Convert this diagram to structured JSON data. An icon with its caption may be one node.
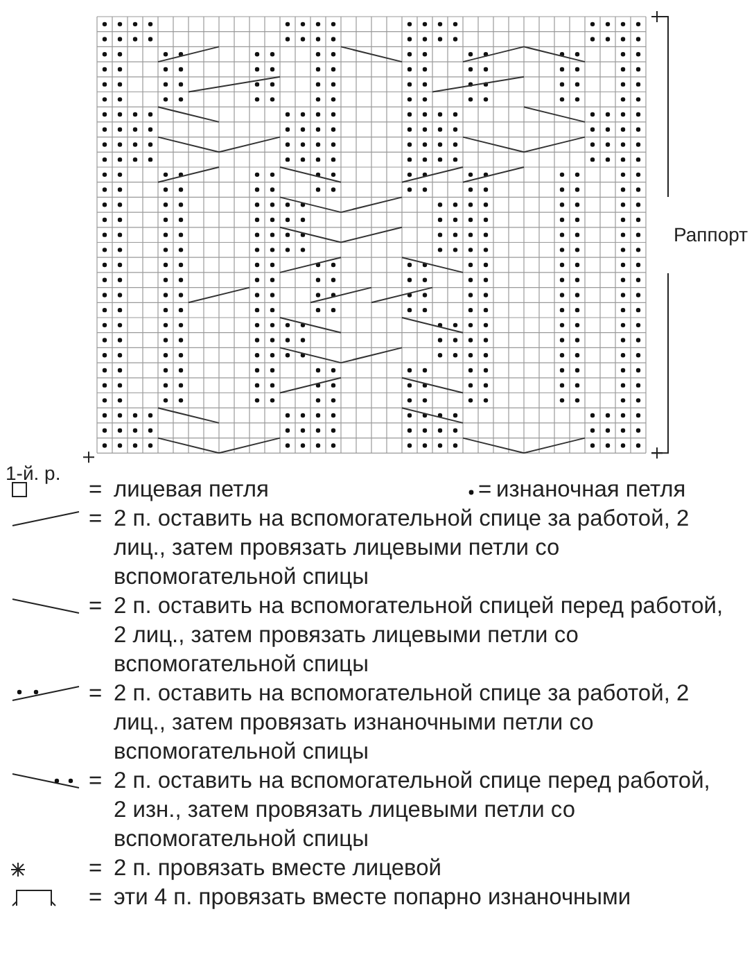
{
  "diagram": {
    "labels": [
      "Раппорт",
      "1-й. р.",
      "=",
      "=",
      "=",
      "=",
      "=",
      "=",
      "=",
      "="
    ],
    "legend": [
      {
        "text": "лицевая петля"
      },
      {
        "text": "изнаночная петля"
      },
      {
        "text": "2 п. оставить на вспомогательной спице за работой, 2 лиц., затем провязать лицевыми петли со вспомогательной спицы"
      },
      {
        "text": "2 п. оставить на вспомогательной спицей перед работой, 2 лиц., затем провязать лицевыми петли со вспомогательной спицы"
      },
      {
        "text": "2 п. оставить на вспомогательной спице за работой, 2 лиц., затем провязать изнаночными петли со вспомогательной спицы"
      },
      {
        "text": "2 п. оставить на вспомогательной спице перед работой, 2 изн., затем провязать лицевыми петли со вспомогательной спицы"
      },
      {
        "text": "2 п. провязать вместе лицевой"
      },
      {
        "text": "эти 4 п. провязать вместе попарно изнаночными"
      }
    ]
  }
}
